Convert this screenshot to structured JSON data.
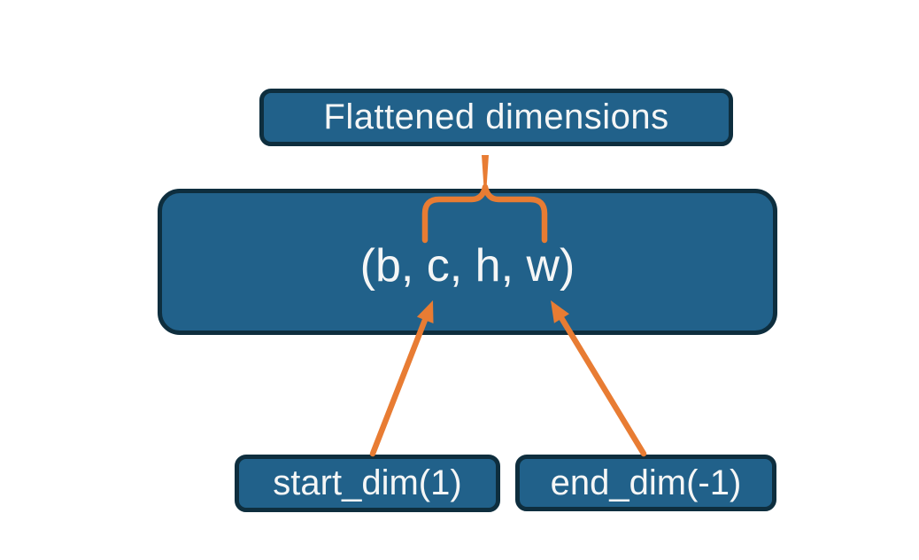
{
  "figure": {
    "colors": {
      "background": "#ffffff",
      "node_fill": "#21618a",
      "node_border": "#0e2e3e",
      "text": "#f5f6f6",
      "accent": "#e87c33"
    },
    "nodes": {
      "flattened": {
        "label": "Flattened dimensions"
      },
      "tensor": {
        "label": "(b, c, h, w)"
      },
      "start_dim": {
        "label": "start_dim(1)"
      },
      "end_dim": {
        "label": "end_dim(-1)"
      }
    },
    "connectors": {
      "brace": "curly brace grouping c, h, w inside tensor shape, linked up to Flattened dimensions box",
      "arrow_start": "arrow from start_dim(1) box to dimension c",
      "arrow_end": "arrow from end_dim(-1) box to dimension w"
    }
  }
}
